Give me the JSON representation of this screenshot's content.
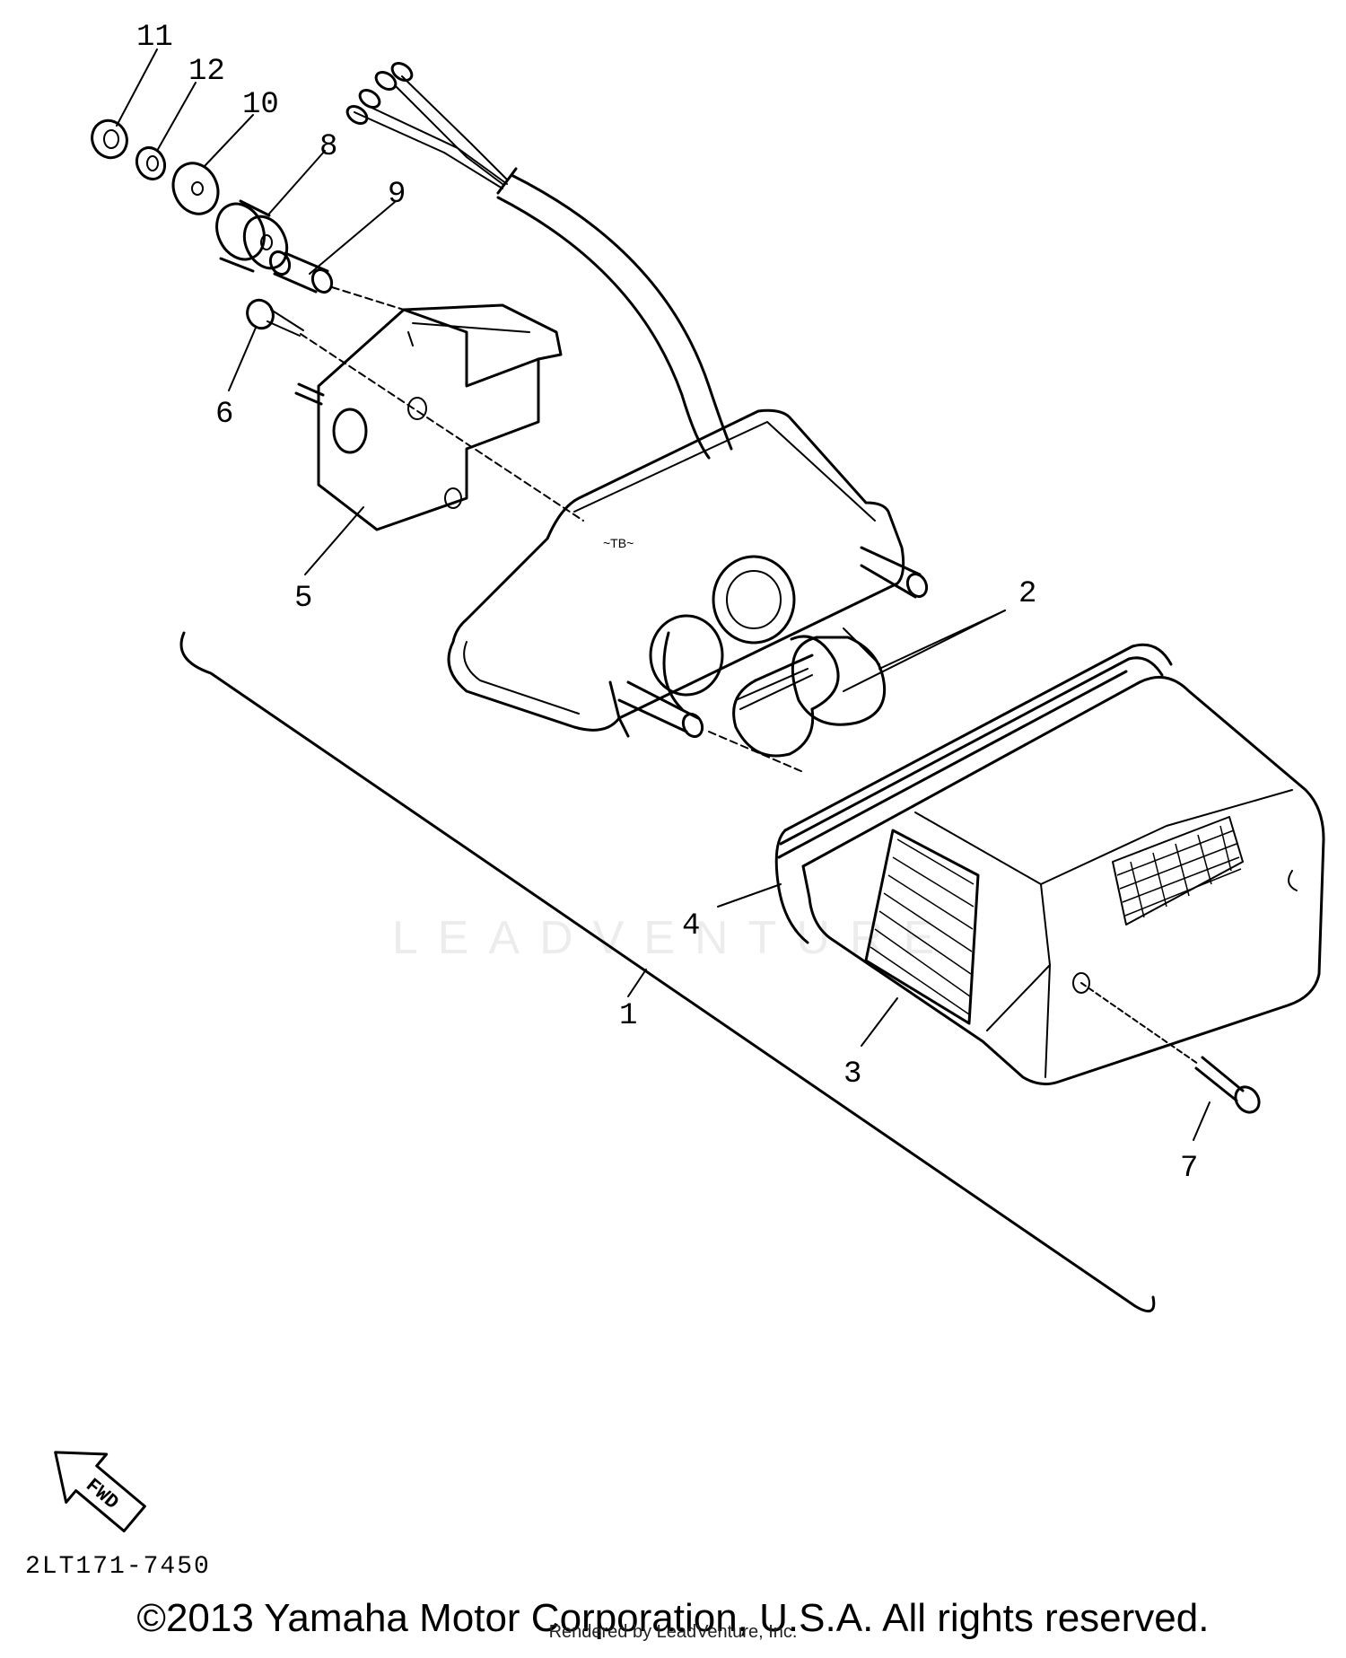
{
  "callouts": {
    "c1": "1",
    "c2": "2",
    "c3": "3",
    "c4": "4",
    "c5": "5",
    "c6": "6",
    "c7": "7",
    "c8": "8",
    "c9": "9",
    "c10": "10",
    "c11": "11",
    "c12": "12"
  },
  "arrow_label": "FWD",
  "drawing_code": "2LT171-7450",
  "watermark": "LEADVENTURE",
  "copyright": "©2013 Yamaha Motor Corporation, U.S.A. All rights reserved.",
  "rendered_by": "Rendered by LeadVenture, Inc.",
  "colors": {
    "ink": "#000000",
    "background": "#ffffff"
  }
}
